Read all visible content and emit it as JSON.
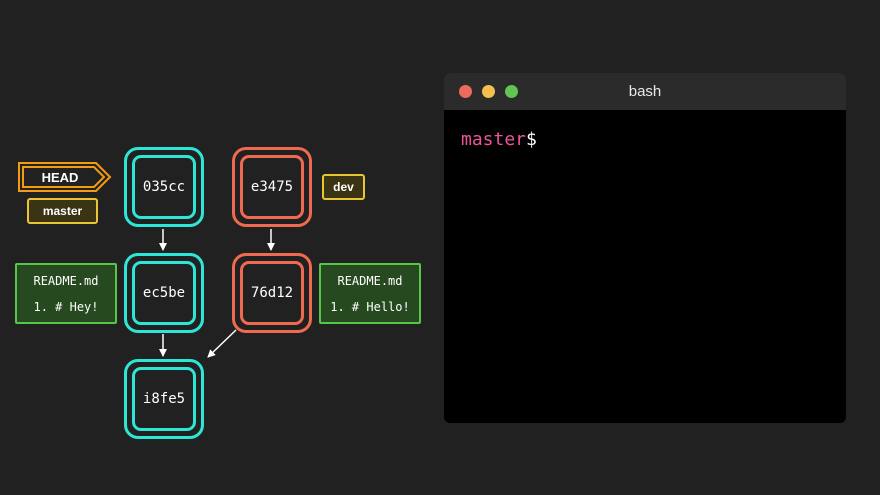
{
  "graph": {
    "head_label": "HEAD",
    "master_label": "master",
    "dev_label": "dev",
    "commits": {
      "c035cc": "035cc",
      "e3475": "e3475",
      "ec5be": "ec5be",
      "d76d12": "76d12",
      "i8fe5": "i8fe5"
    },
    "files": {
      "left": {
        "name": "README.md",
        "line": "1. # Hey!"
      },
      "right": {
        "name": "README.md",
        "line": "1. # Hello!"
      }
    },
    "colors": {
      "master_commits": "#2ee6d6",
      "dev_commits": "#ef6b4f",
      "head": "#f39c12",
      "branch_label": "#e9c631",
      "file_box": "#56c54a"
    }
  },
  "terminal": {
    "title": "bash",
    "prompt_branch": "master",
    "prompt_symbol": "$",
    "colors": {
      "close": "#ed6a5e",
      "minimize": "#f5bf4f",
      "maximize": "#61c554",
      "prompt": "#e8559c"
    }
  }
}
